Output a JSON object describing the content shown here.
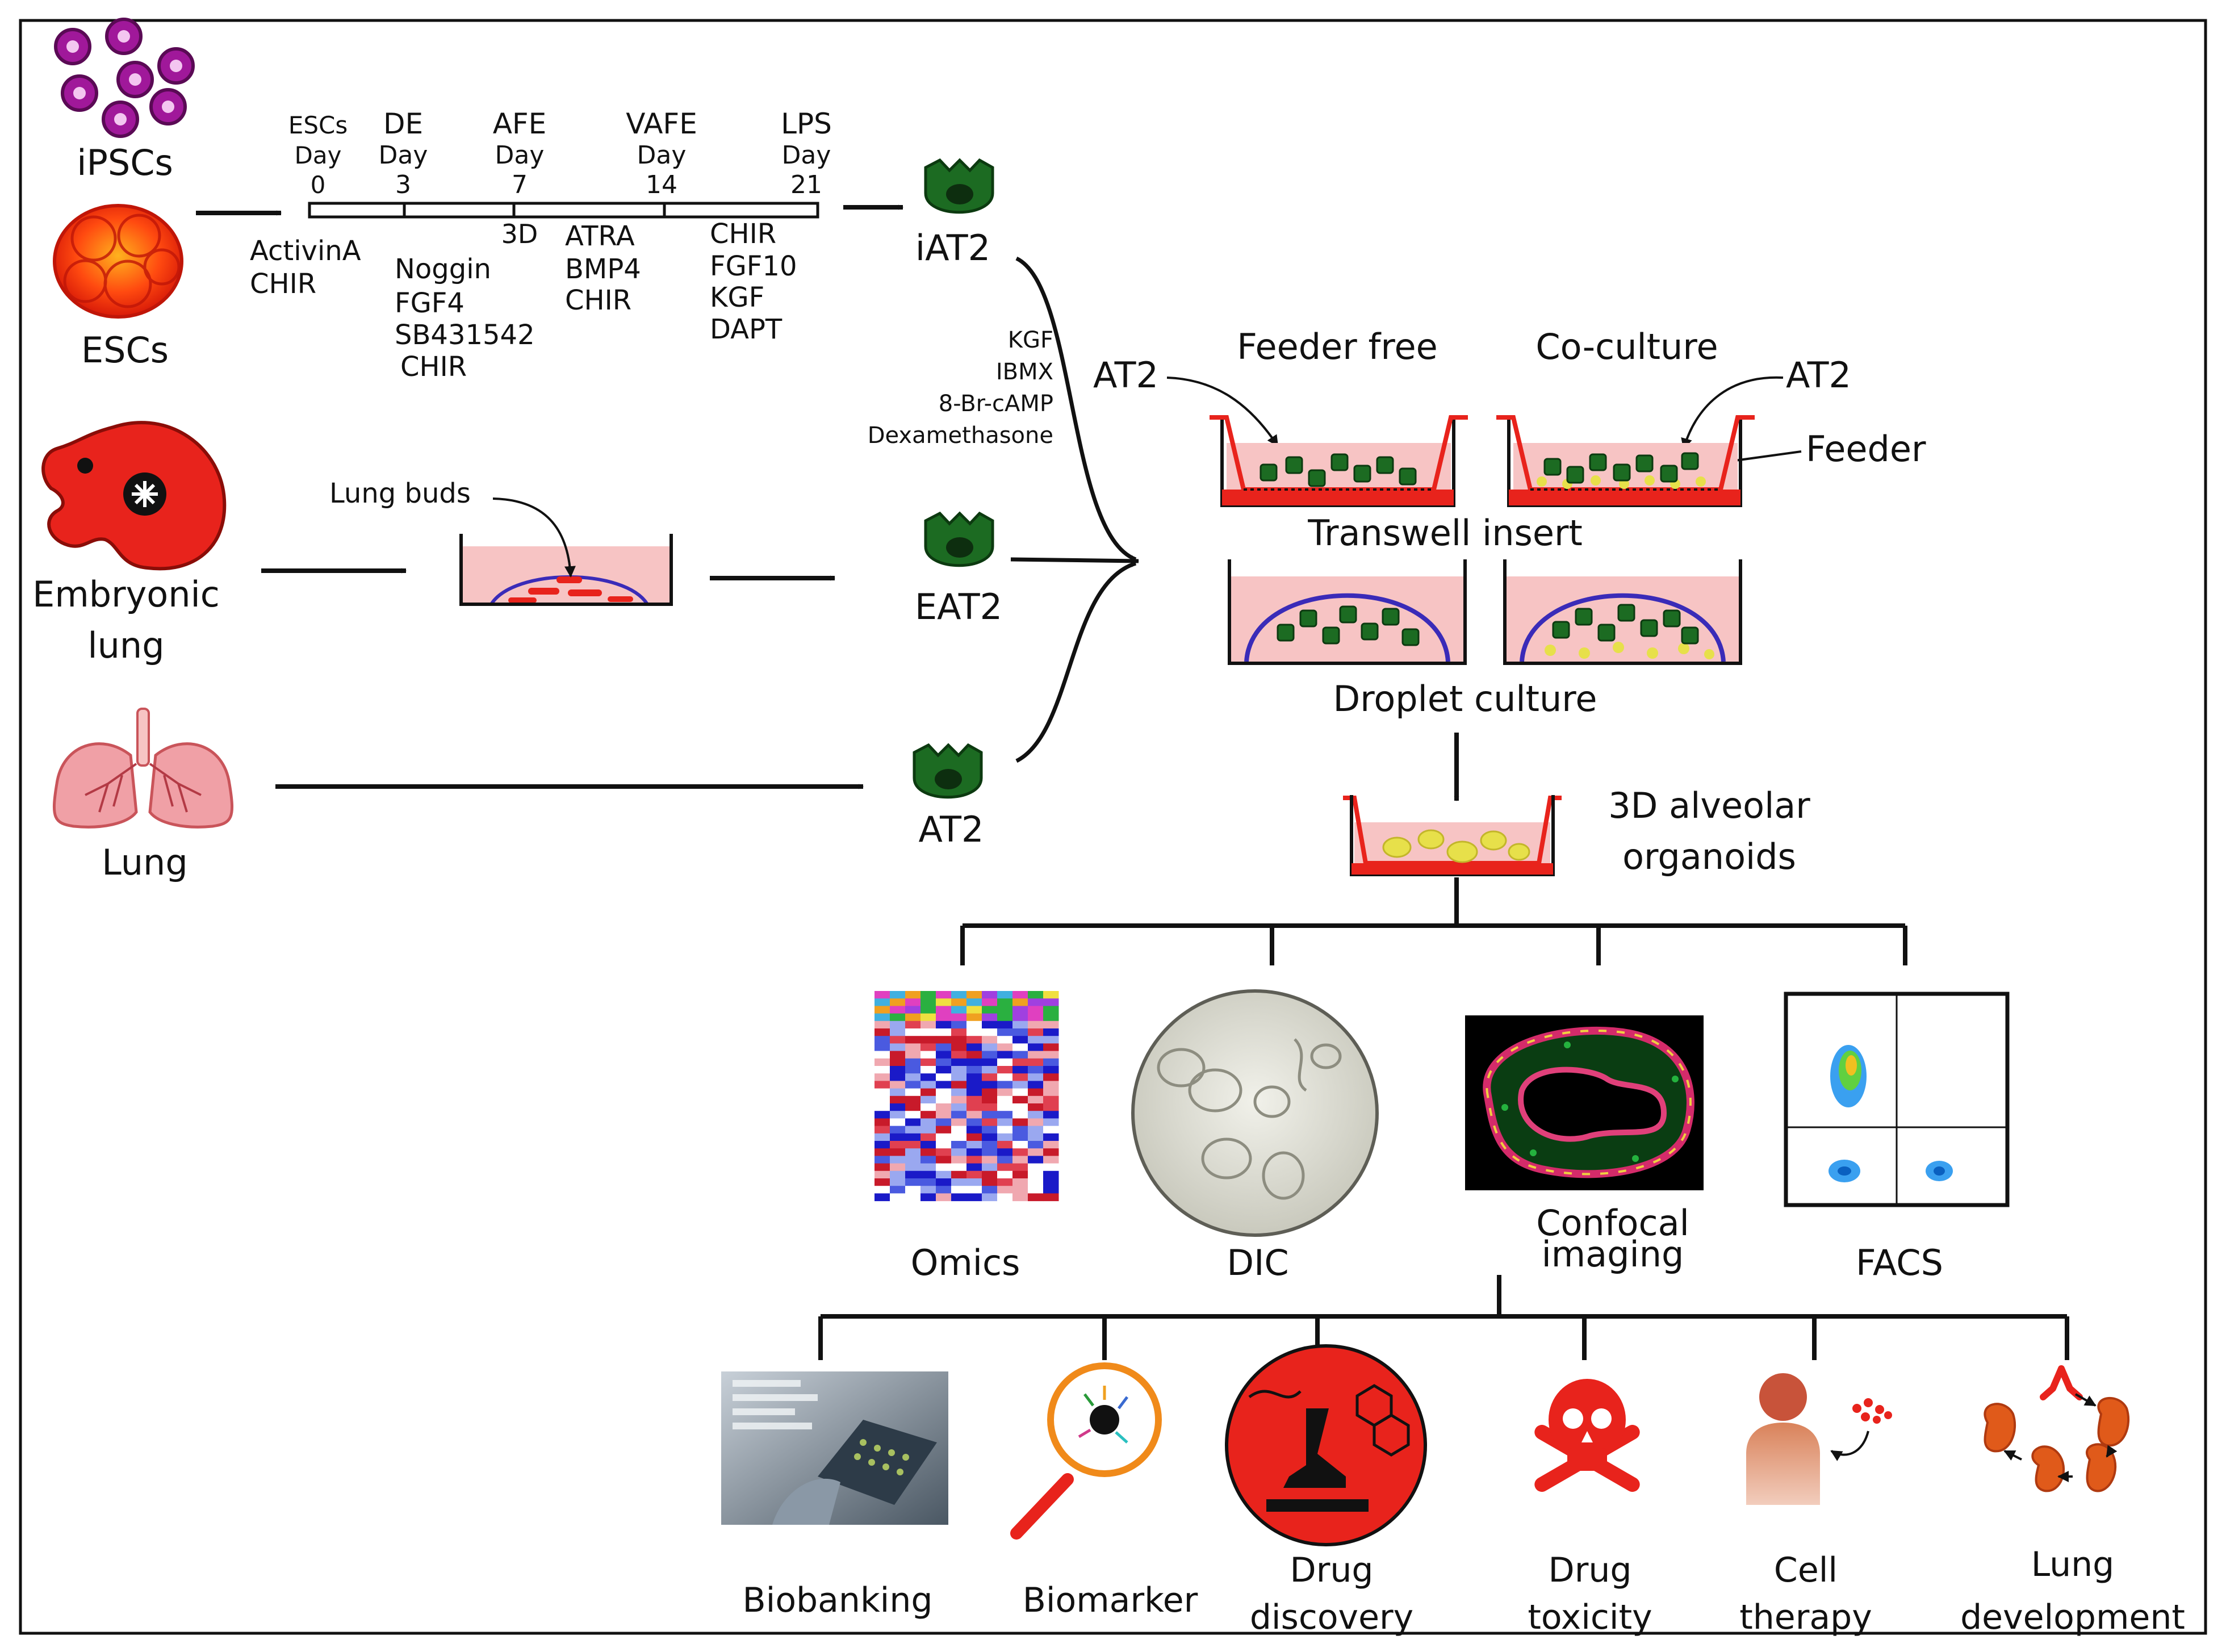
{
  "sources": {
    "ipscs": "iPSCs",
    "escs": "ESCs",
    "embryonic": "Embryonic",
    "lung_word": "lung",
    "lung": "Lung"
  },
  "timeline": {
    "stages": [
      {
        "name": "ESCs",
        "day_label": "Day",
        "day": "0"
      },
      {
        "name": "DE",
        "day_label": "Day",
        "day": "3"
      },
      {
        "name": "AFE",
        "day_label": "Day",
        "day": "7"
      },
      {
        "name": "VAFE",
        "day_label": "Day",
        "day": "14"
      },
      {
        "name": "LPS",
        "day_label": "Day",
        "day": "21"
      }
    ],
    "three_d": "3D",
    "factors": [
      [
        "ActivinA",
        "CHIR"
      ],
      [
        "Noggin",
        "FGF4",
        "SB431542",
        "CHIR"
      ],
      [
        "ATRA",
        "BMP4",
        "CHIR"
      ],
      [
        "CHIR",
        "FGF10",
        "KGF",
        "DAPT"
      ]
    ]
  },
  "cells": {
    "iat2": "iAT2",
    "eat2": "EAT2",
    "at2": "AT2"
  },
  "maturation_factors": [
    "KGF",
    "IBMX",
    "8-Br-cAMP",
    "Dexamethasone"
  ],
  "lung_buds": "Lung buds",
  "culture": {
    "at2_left": "AT2",
    "at2_right": "AT2",
    "feeder_free": "Feeder free",
    "co_culture": "Co-culture",
    "feeder": "Feeder",
    "transwell": "Transwell insert",
    "droplet": "Droplet culture",
    "organoids_line1": "3D alveolar",
    "organoids_line2": "organoids"
  },
  "analysis": {
    "omics": "Omics",
    "dic": "DIC",
    "confocal_line1": "Confocal",
    "confocal_line2": "imaging",
    "facs": "FACS"
  },
  "applications": {
    "biobanking": "Biobanking",
    "biomarker": "Biomarker",
    "drug_discovery": [
      "Drug",
      "discovery"
    ],
    "drug_toxicity": [
      "Drug",
      "toxicity"
    ],
    "cell_therapy": [
      "Cell",
      "therapy"
    ],
    "lung_development": [
      "Lung",
      "development"
    ]
  },
  "colors": {
    "cell_red": "#e8231c",
    "medium_pink": "#f7c4c4",
    "at2_green": "#1c6b22",
    "dome_blue": "#3a2bb8",
    "feeder_yellow": "#e7e04a"
  }
}
